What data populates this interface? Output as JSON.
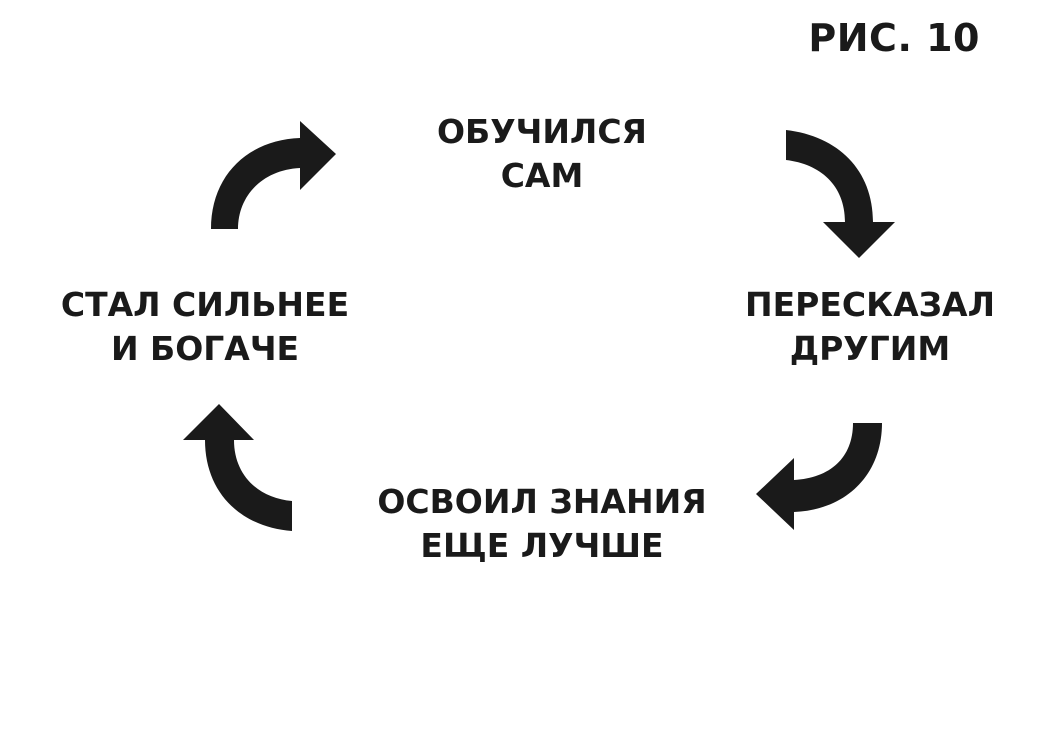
{
  "figure": {
    "label": "РИС. 10"
  },
  "steps": {
    "top": {
      "line1": "ОБУЧИЛСЯ",
      "line2": "САМ"
    },
    "right": {
      "line1": "ПЕРЕСКАЗАЛ",
      "line2": "ДРУГИМ"
    },
    "bottom": {
      "line1": "ОСВОИЛ ЗНАНИЯ",
      "line2": "ЕЩЕ ЛУЧШЕ"
    },
    "left": {
      "line1": "СТАЛ СИЛЬНЕЕ",
      "line2": "И БОГАЧЕ"
    }
  },
  "colors": {
    "ink": "#1a1a1a",
    "background": "#ffffff"
  },
  "icons": [
    "curved-arrow-icon"
  ]
}
